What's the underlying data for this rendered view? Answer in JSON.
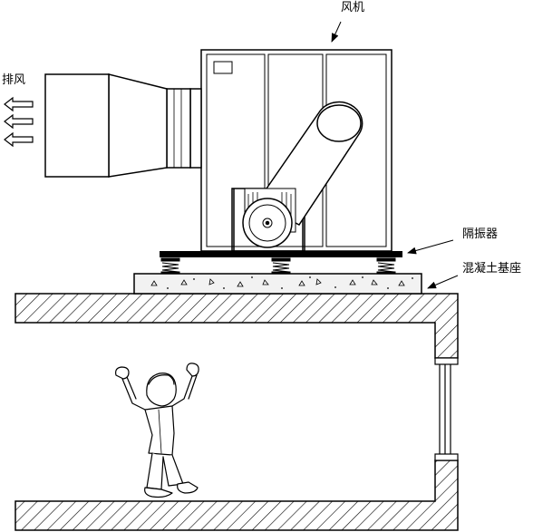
{
  "labels": {
    "fan": "风机",
    "exhaust": "排风",
    "isolator": "隔振器",
    "concrete_base": "混凝土基座"
  },
  "colors": {
    "ink": "#000000",
    "paper": "#ffffff",
    "base_fill": "#f2f2f2"
  }
}
